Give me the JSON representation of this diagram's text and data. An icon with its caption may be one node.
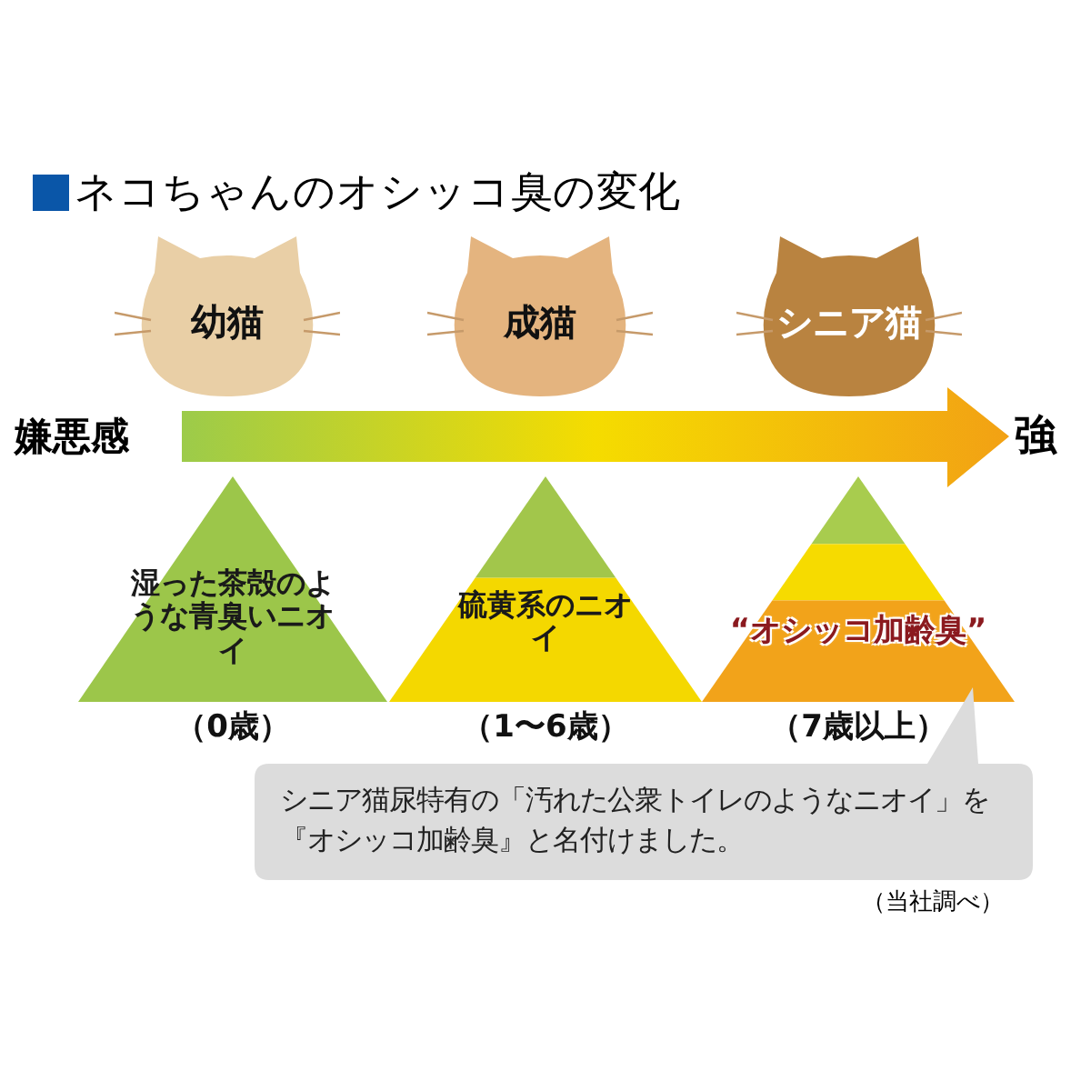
{
  "diagram": {
    "title": "ネコちゃんのオシッコ臭の変化",
    "nodes": [
      {
        "text": [
          "幼猫"
        ]
      },
      {
        "text": [
          "成猫"
        ]
      },
      {
        "text": [
          "シニア猫"
        ]
      },
      {
        "text": [
          "湿った茶殻のような青臭いニオイ"
        ],
        "beside": [
          "（0歳）"
        ]
      },
      {
        "text": [
          "硫黄系のニオイ"
        ],
        "beside": [
          "（1〜6歳）"
        ]
      },
      {
        "text": [
          "“オシッコ加齢臭”"
        ],
        "beside": [
          "（7歳以上）"
        ]
      },
      {
        "text": [
          "シニア猫尿特有の「汚れた公衆トイレのようなニオイ」を『オシッコ加齢臭』と名付けました。"
        ]
      }
    ],
    "labels": [
      "嫌悪感",
      "強",
      "（当社調べ）"
    ]
  }
}
